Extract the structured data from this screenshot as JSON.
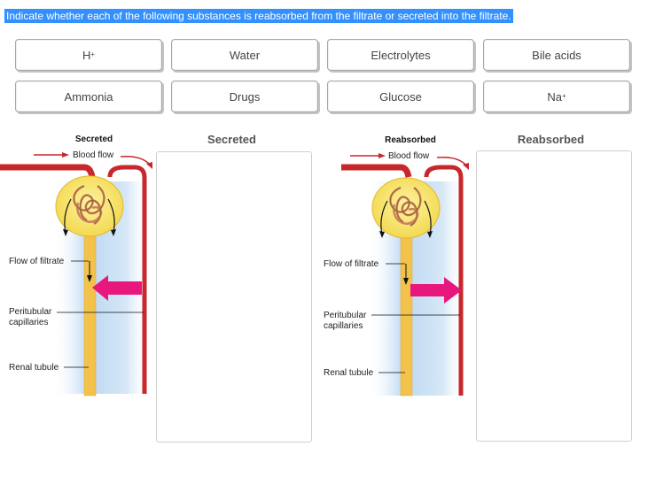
{
  "instruction": "Indicate whether each of the following substances is reabsorbed from the filtrate or secreted into the filtrate.",
  "chips": [
    {
      "base": "H",
      "sup": "+"
    },
    {
      "base": "Water",
      "sup": ""
    },
    {
      "base": "Electrolytes",
      "sup": ""
    },
    {
      "base": "Bile acids",
      "sup": ""
    },
    {
      "base": "Ammonia",
      "sup": ""
    },
    {
      "base": "Drugs",
      "sup": ""
    },
    {
      "base": "Glucose",
      "sup": ""
    },
    {
      "base": "Na",
      "sup": "+"
    }
  ],
  "zones": {
    "secreted": {
      "title": "Secreted"
    },
    "reabsorbed": {
      "title": "Reabsorbed"
    }
  },
  "diagram_secreted": {
    "title": "Secreted",
    "blood_flow": "Blood flow",
    "flow_of_filtrate": "Flow of filtrate",
    "peritubular_1": "Peritubular",
    "peritubular_2": "capillaries",
    "renal_tubule": "Renal tubule"
  },
  "diagram_reabsorbed": {
    "title": "Reabsorbed",
    "blood_flow": "Blood flow",
    "flow_of_filtrate": "Flow of filtrate",
    "peritubular_1": "Peritubular",
    "peritubular_2": "capillaries",
    "renal_tubule": "Renal tubule"
  },
  "colors": {
    "highlight": "#3390ff",
    "arrow": "#e8177d",
    "vessel": "#c8272b",
    "tubule": "#f3c24a",
    "capsule": "#f7e36a",
    "fluid": "#bcd8f2"
  }
}
